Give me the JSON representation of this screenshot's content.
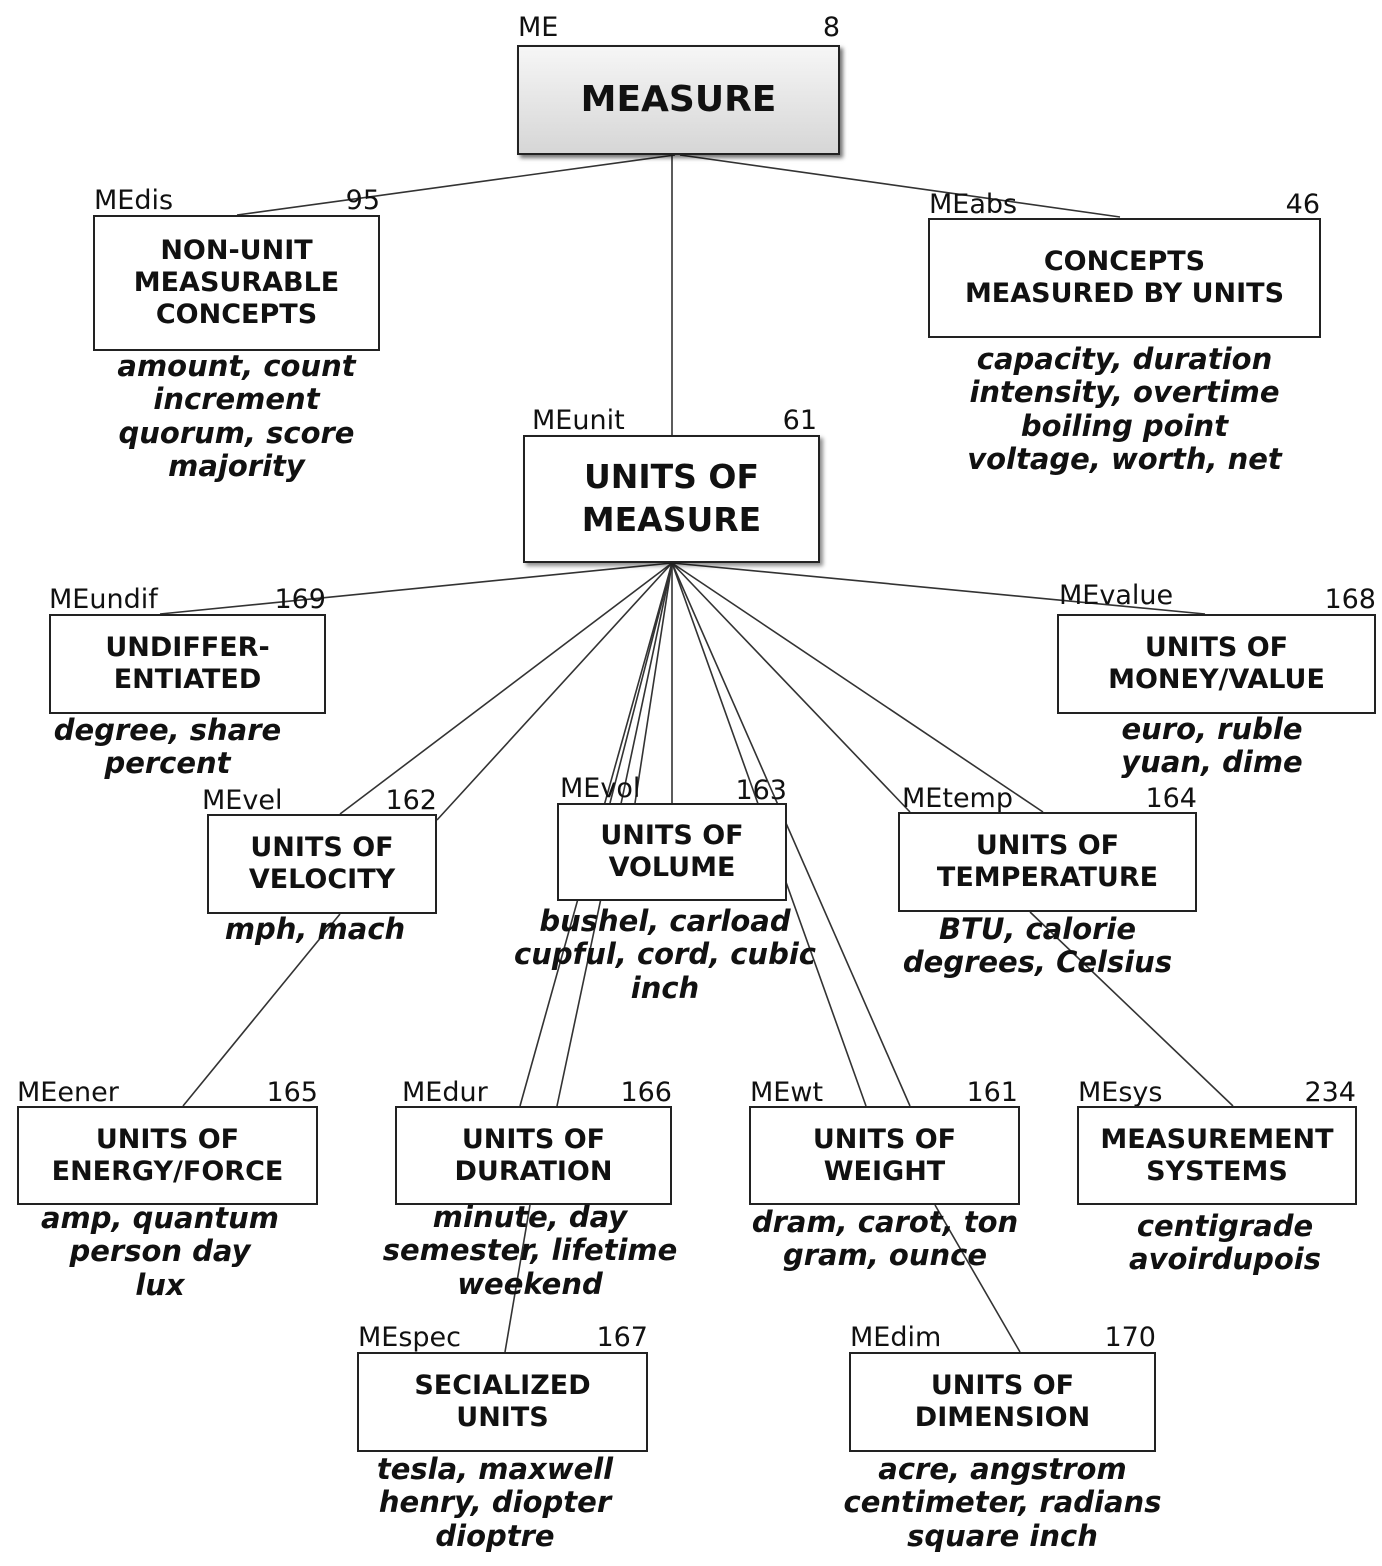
{
  "nodes": [
    {
      "id": "ME",
      "code": "ME",
      "count": "8",
      "label": "MEASURE",
      "examples": ""
    },
    {
      "id": "MEdis",
      "code": "MEdis",
      "count": "95",
      "label": "NON-UNIT\nMEASURABLE\nCONCEPTS",
      "examples": "amount, count\nincrement\nquorum, score\nmajority"
    },
    {
      "id": "MEabs",
      "code": "MEabs",
      "count": "46",
      "label": "CONCEPTS\nMEASURED BY UNITS",
      "examples": "capacity, duration\nintensity, overtime\nboiling point\nvoltage, worth, net"
    },
    {
      "id": "MEunit",
      "code": "MEunit",
      "count": "61",
      "label": "UNITS OF\nMEASURE",
      "examples": ""
    },
    {
      "id": "MEundif",
      "code": "MEundif",
      "count": "169",
      "label": "UNDIFFER-\nENTIATED",
      "examples": "degree, share\npercent"
    },
    {
      "id": "MEvalue",
      "code": "MEvalue",
      "count": "168",
      "label": "UNITS OF\nMONEY/VALUE",
      "examples": "euro, ruble\nyuan, dime"
    },
    {
      "id": "MEvel",
      "code": "MEvel",
      "count": "162",
      "label": "UNITS OF\nVELOCITY",
      "examples": "mph, mach"
    },
    {
      "id": "MEvol",
      "code": "MEvol",
      "count": "163",
      "label": "UNITS OF\nVOLUME",
      "examples": "bushel, carload\ncupful, cord, cubic\ninch"
    },
    {
      "id": "MEtemp",
      "code": "MEtemp",
      "count": "164",
      "label": "UNITS OF\nTEMPERATURE",
      "examples": "BTU, calorie\ndegrees, Celsius"
    },
    {
      "id": "MEener",
      "code": "MEener",
      "count": "165",
      "label": "UNITS OF\nENERGY/FORCE",
      "examples": "amp, quantum\nperson day\nlux"
    },
    {
      "id": "MEdur",
      "code": "MEdur",
      "count": "166",
      "label": "UNITS OF\nDURATION",
      "examples": "minute, day\nsemester, lifetime\nweekend"
    },
    {
      "id": "MEwt",
      "code": "MEwt",
      "count": "161",
      "label": "UNITS OF\nWEIGHT",
      "examples": "dram, carot, ton\ngram, ounce"
    },
    {
      "id": "MEsys",
      "code": "MEsys",
      "count": "234",
      "label": "MEASUREMENT\nSYSTEMS",
      "examples": "centigrade\navoirdupois"
    },
    {
      "id": "MEspec",
      "code": "MEspec",
      "count": "167",
      "label": "SECIALIZED\nUNITS",
      "examples": "tesla, maxwell\nhenry, diopter\ndioptre"
    },
    {
      "id": "MEdim",
      "code": "MEdim",
      "count": "170",
      "label": "UNITS OF\nDIMENSION",
      "examples": "acre, angstrom\ncentimeter, radians\nsquare inch"
    }
  ]
}
